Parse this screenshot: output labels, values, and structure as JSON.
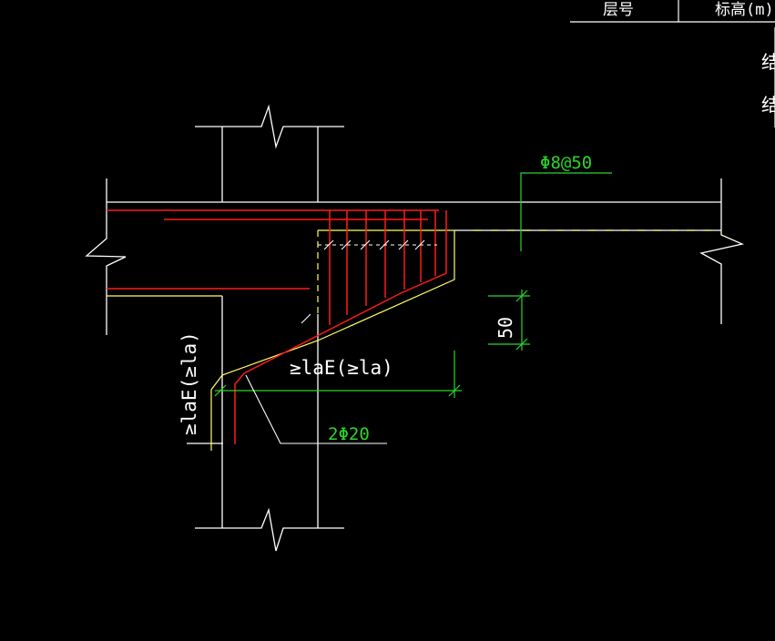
{
  "title_block": {
    "header_left": "层号",
    "header_right": "标高(m)",
    "side_glyph_1": "结",
    "side_glyph_2": "结"
  },
  "annotations": {
    "stirrup_label": "Φ8@50",
    "bar_label": "2Φ20",
    "dim_50": "50",
    "anchor_horizontal": "≥laE(≥la)",
    "anchor_vertical": "≥laE(≥la)"
  },
  "colors": {
    "background": "#000000",
    "outline": "#ffffff",
    "rebar": "#ff1a1a",
    "hidden_line": "#ffff66",
    "dimension": "#2bd62b",
    "text_white": "#ffffff"
  }
}
